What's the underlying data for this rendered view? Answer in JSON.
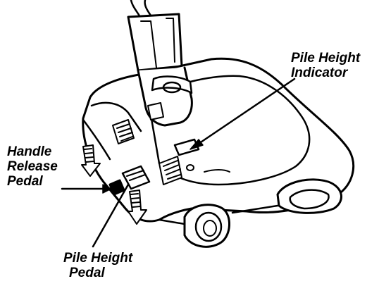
{
  "diagram": {
    "labels": {
      "pile_height_indicator": {
        "line1": "Pile Height",
        "line2": "Indicator"
      },
      "handle_release_pedal": {
        "line1": "Handle",
        "line2": "Release",
        "line3": "Pedal"
      },
      "pile_height_pedal": {
        "line1": "Pile Height",
        "line2": "Pedal"
      }
    },
    "colors": {
      "ink": "#000000",
      "paper": "#ffffff",
      "shade": "#d9d9d9"
    }
  }
}
